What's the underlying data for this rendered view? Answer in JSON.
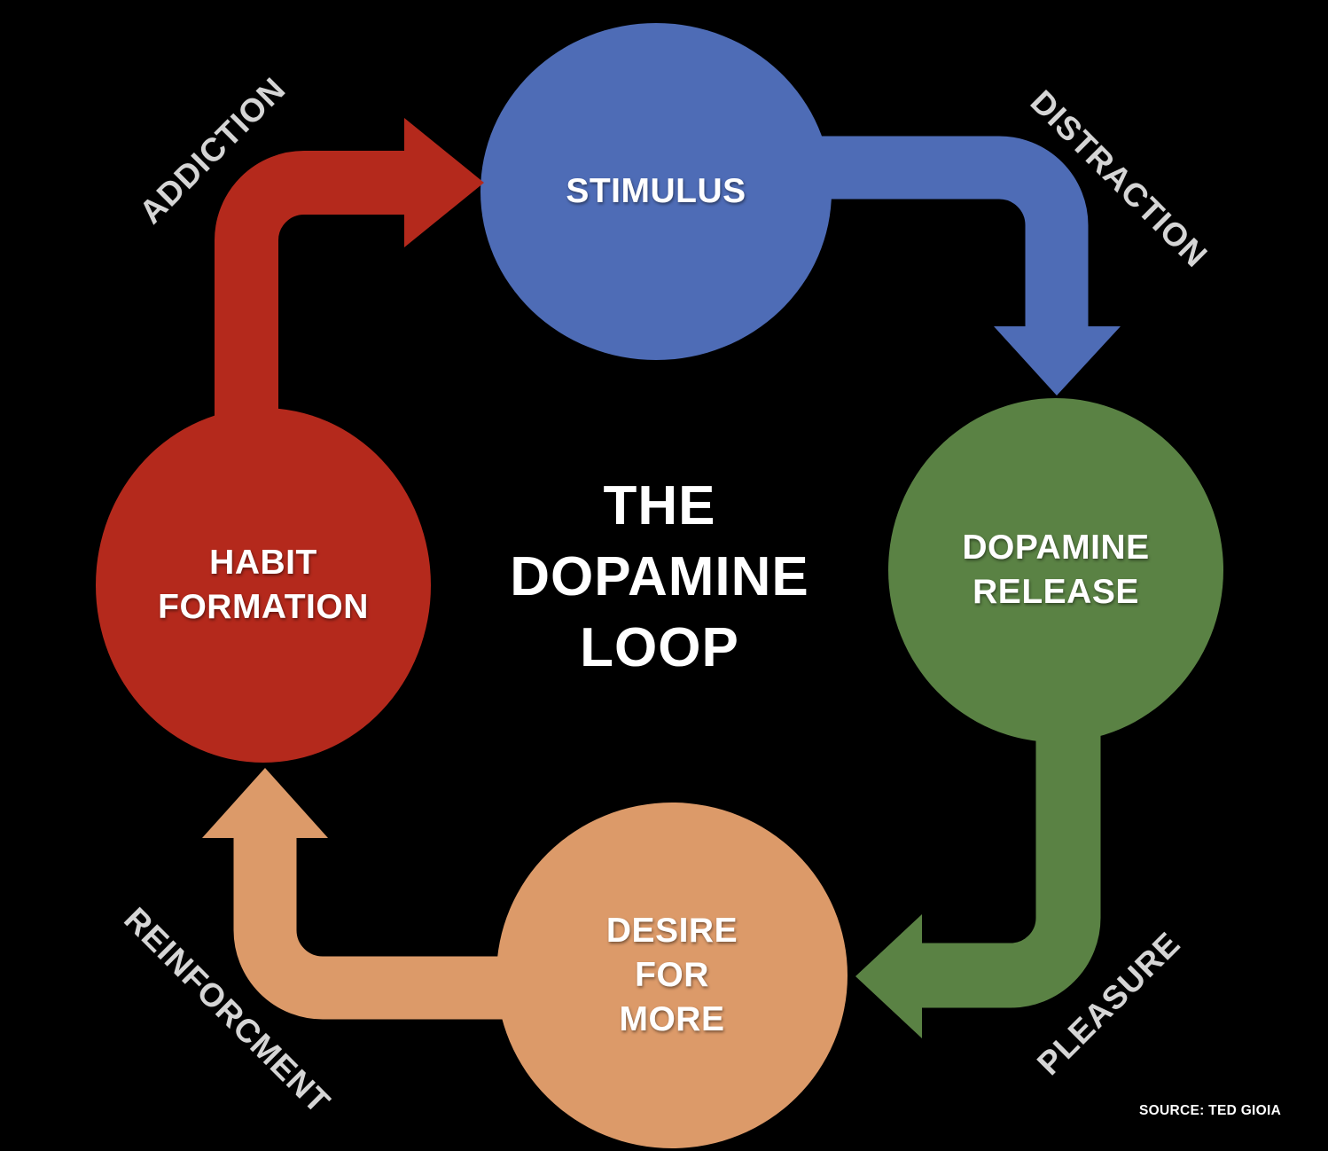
{
  "title": "THE\nDOPAMINE\nLOOP",
  "source": "SOURCE: TED GIOIA",
  "colors": {
    "background": "#000000",
    "edge_label": "#d5d5d5",
    "node_text": "#ffffff"
  },
  "nodes": {
    "stimulus": {
      "label": "STIMULUS",
      "color": "#4e6cb6"
    },
    "dopamine_release": {
      "label": "DOPAMINE\nRELEASE",
      "color": "#5a8244"
    },
    "desire_for_more": {
      "label": "DESIRE\nFOR\nMORE",
      "color": "#dc9a69"
    },
    "habit_formation": {
      "label": "HABIT\nFORMATION",
      "color": "#b4291c"
    }
  },
  "edges": {
    "distraction": {
      "label": "DISTRACTION",
      "color": "#4e6cb6",
      "from": "stimulus",
      "to": "dopamine_release"
    },
    "pleasure": {
      "label": "PLEASURE",
      "color": "#5a8244",
      "from": "dopamine_release",
      "to": "desire_for_more"
    },
    "reinforcement": {
      "label": "REINFORCMENT",
      "color": "#dc9a69",
      "from": "desire_for_more",
      "to": "habit_formation"
    },
    "addiction": {
      "label": "ADDICTION",
      "color": "#b4291c",
      "from": "habit_formation",
      "to": "stimulus"
    }
  }
}
